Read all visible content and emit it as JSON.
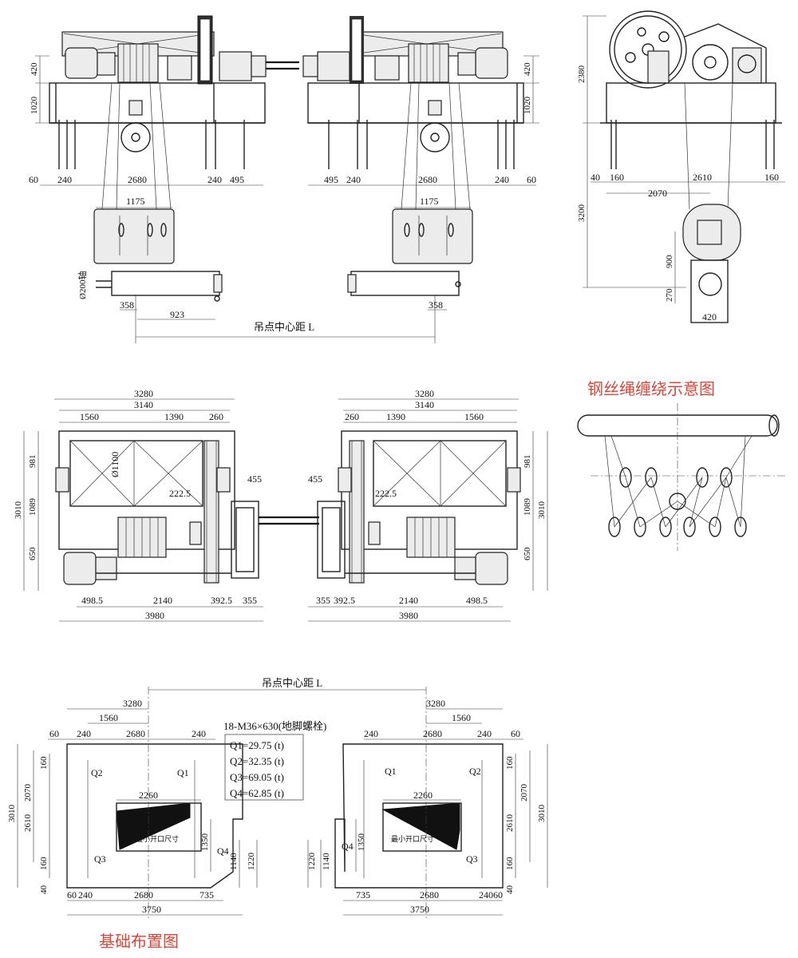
{
  "captions": {
    "rope_diagram": "钢丝绳缠绕示意图",
    "foundation": "基础布置图"
  },
  "labels": {
    "hoist_center_distance": "吊点中心距 L",
    "min_opening": "最小开口尺寸",
    "anchor_bolts": "18-M36×630(地脚螺栓)",
    "drum_dia": "Ø1100",
    "pulley_dia": "Ø200轴"
  },
  "loads": [
    {
      "name": "Q1",
      "text": "Q1=29.75 (t)"
    },
    {
      "name": "Q2",
      "text": "Q2=32.35 (t)"
    },
    {
      "name": "Q3",
      "text": "Q3=69.05 (t)"
    },
    {
      "name": "Q4",
      "text": "Q4=62.85 (t)"
    }
  ],
  "front_view": {
    "left": {
      "h1": "420",
      "h2": "1020",
      "w_edge": "60",
      "w_a": "240",
      "w_mid": "2680",
      "w_b": "240",
      "w_c": "495",
      "sheave": "1175",
      "off1": "358",
      "off2": "923"
    },
    "right": {
      "h1": "420",
      "h2": "1020",
      "w_edge": "60",
      "w_a": "240",
      "w_mid": "2680",
      "w_b": "240",
      "w_c": "495",
      "sheave": "1175",
      "off1": "358"
    }
  },
  "side_view": {
    "h_top": "2380",
    "h_bottom": "3200",
    "w1": "40",
    "w2": "160",
    "w3": "2610",
    "w4": "160",
    "w5": "2070",
    "h_sheave": "900",
    "h_low": "270",
    "w_sheave": "420"
  },
  "plan_view": {
    "left": {
      "w_total": "3280",
      "w_inner": "3140",
      "w_a": "1560",
      "w_b": "1390",
      "w_c": "260",
      "h_total": "3010",
      "h1": "981",
      "h2": "1089",
      "h3": "650",
      "gear": "222.5",
      "coupling": "455",
      "b1": "498.5",
      "b2": "2140",
      "b3": "392.5",
      "b4": "355",
      "b_total": "3980"
    },
    "right": {
      "w_total": "3280",
      "w_inner": "3140",
      "w_a": "1560",
      "w_b": "1390",
      "w_c": "260",
      "h_total": "3010",
      "h1": "981",
      "h2": "1089",
      "h3": "650",
      "gear": "222.5",
      "coupling": "455",
      "b1": "498.5",
      "b2": "2140",
      "b3": "392.5",
      "b4": "355",
      "b_total": "3980"
    }
  },
  "foundation": {
    "left": {
      "top1": "3280",
      "top2": "1560",
      "t60": "60",
      "t240a": "240",
      "t2680": "2680",
      "t240b": "240",
      "opening": "2260",
      "h3010": "3010",
      "h2070": "2070",
      "h2610": "2610",
      "h160a": "160",
      "h160b": "160",
      "h40": "40",
      "h1350": "1350",
      "h1140": "1140",
      "h1220": "1220",
      "b60": "60",
      "b240": "240",
      "b2680": "2680",
      "b735": "735",
      "b3750": "3750"
    },
    "right": {
      "top1": "3280",
      "top2": "1560",
      "t60": "60",
      "t240a": "240",
      "t2680": "2680",
      "t240b": "240",
      "opening": "2260",
      "h3010": "3010",
      "h2070": "2070",
      "h2610": "2610",
      "h160a": "160",
      "h160b": "160",
      "h40": "40",
      "h1350": "1350",
      "h1140": "1140",
      "h1220": "1220",
      "b60": "60",
      "b240": "240",
      "b2680": "2680",
      "b735": "735",
      "b3750": "3750"
    }
  }
}
